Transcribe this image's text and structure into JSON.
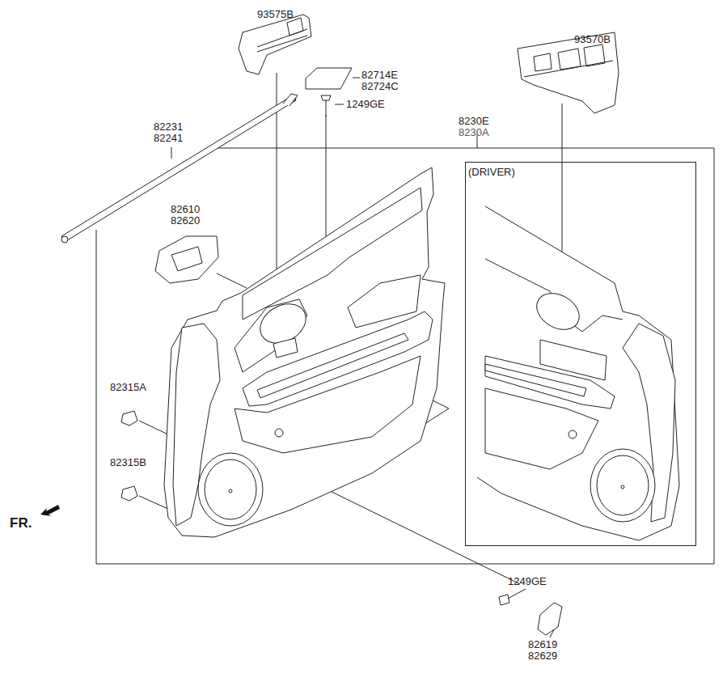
{
  "diagram": {
    "nodes": [
      {
        "text": [
          "8230E",
          "8230A"
        ]
      },
      {
        "text": [
          "(DRIVER)"
        ],
        "in": 0
      }
    ],
    "edges": [],
    "labels": [
      "93575B",
      "82714E",
      "82724C",
      "1249GE",
      "93570B",
      "82231",
      "82241",
      "82610",
      "82620",
      "82315A",
      "82315B",
      "FR.",
      "1249GE",
      "82619",
      "82629"
    ]
  }
}
